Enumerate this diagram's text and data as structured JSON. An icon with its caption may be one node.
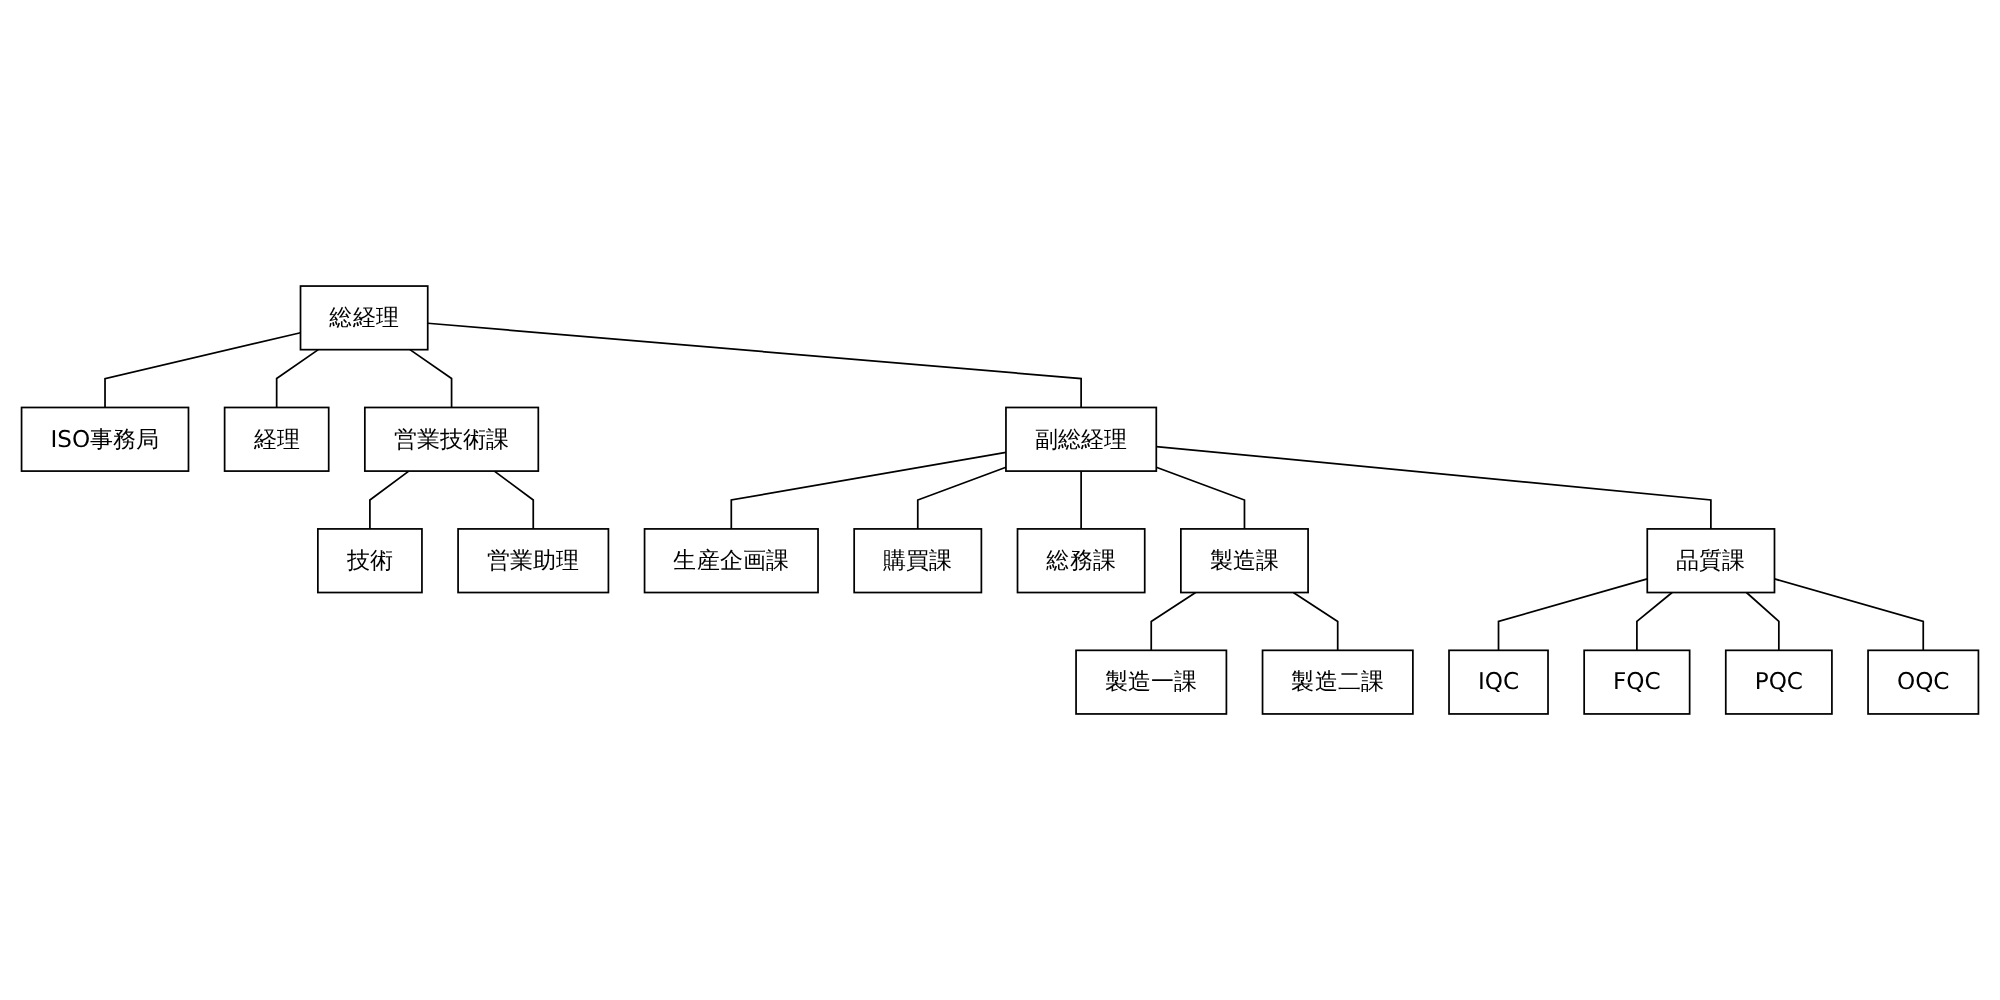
{
  "diagram": {
    "nodes": [
      {
        "text": [
          "総経理"
        ]
      },
      {
        "text": [
          "副総経理"
        ]
      },
      {
        "text": [
          "ISO事務局"
        ]
      },
      {
        "text": [
          "経理"
        ]
      },
      {
        "text": [
          "営業技術課"
        ]
      },
      {
        "text": [
          "生産企画課"
        ]
      },
      {
        "text": [
          "購買課"
        ]
      },
      {
        "text": [
          "総務課"
        ]
      },
      {
        "text": [
          "製造課"
        ]
      },
      {
        "text": [
          "品質課"
        ]
      },
      {
        "text": [
          "技術"
        ]
      },
      {
        "text": [
          "営業助理"
        ]
      },
      {
        "text": [
          "製造一課"
        ]
      },
      {
        "text": [
          "製造二課"
        ]
      },
      {
        "text": [
          "IQC"
        ]
      },
      {
        "text": [
          "FQC"
        ]
      },
      {
        "text": [
          "PQC"
        ]
      },
      {
        "text": [
          "OQC"
        ]
      }
    ],
    "edges": [
      {
        "from": 0,
        "to": 1,
        "arrow": "none"
      },
      {
        "from": 0,
        "to": 2,
        "arrow": "none"
      },
      {
        "from": 0,
        "to": 3,
        "arrow": "none"
      },
      {
        "from": 0,
        "to": 4,
        "arrow": "none"
      },
      {
        "from": 1,
        "to": 5,
        "arrow": "none"
      },
      {
        "from": 1,
        "to": 6,
        "arrow": "none"
      },
      {
        "from": 1,
        "to": 7,
        "arrow": "none"
      },
      {
        "from": 1,
        "to": 8,
        "arrow": "none"
      },
      {
        "from": 1,
        "to": 9,
        "arrow": "none"
      },
      {
        "from": 4,
        "to": 10,
        "arrow": "none"
      },
      {
        "from": 4,
        "to": 11,
        "arrow": "none"
      },
      {
        "from": 8,
        "to": 12,
        "arrow": "none"
      },
      {
        "from": 8,
        "to": 13,
        "arrow": "none"
      },
      {
        "from": 9,
        "to": 14,
        "arrow": "none"
      },
      {
        "from": 9,
        "to": 15,
        "arrow": "none"
      },
      {
        "from": 9,
        "to": 16,
        "arrow": "none"
      },
      {
        "from": 9,
        "to": 17,
        "arrow": "none"
      }
    ]
  }
}
